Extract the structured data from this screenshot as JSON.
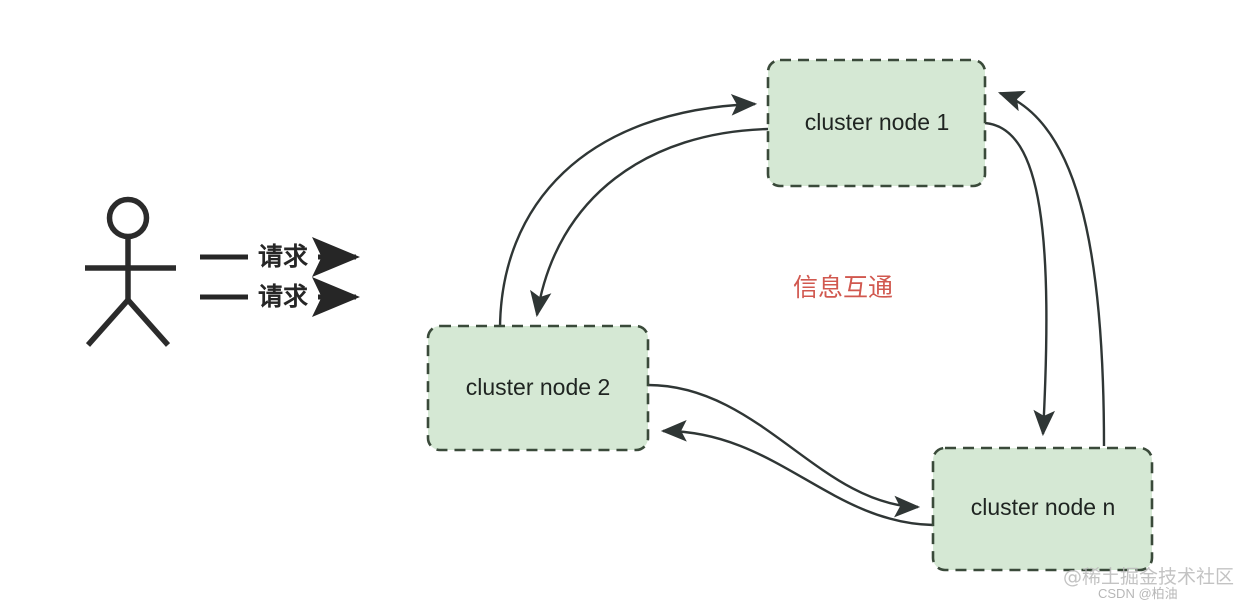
{
  "diagram": {
    "title": "cluster nodes information interchange",
    "background_color": "#ffffff",
    "node_fill": "#d5e8d4",
    "node_stroke": "#3a4a3a",
    "edge_stroke": "#2f3635",
    "note_color": "#d1584f",
    "actor_color": "#2b2b2b"
  },
  "actor": {
    "name": "user-stick-figure",
    "requests": [
      {
        "label": "请求"
      },
      {
        "label": "请求"
      }
    ]
  },
  "nodes": [
    {
      "id": "node1",
      "label": "cluster node 1"
    },
    {
      "id": "node2",
      "label": "cluster node 2"
    },
    {
      "id": "noden",
      "label": "cluster node n"
    }
  ],
  "note": {
    "label": "信息互通"
  },
  "watermark": {
    "main": "@稀土掘金技术社区",
    "sub": "CSDN @柏油"
  }
}
